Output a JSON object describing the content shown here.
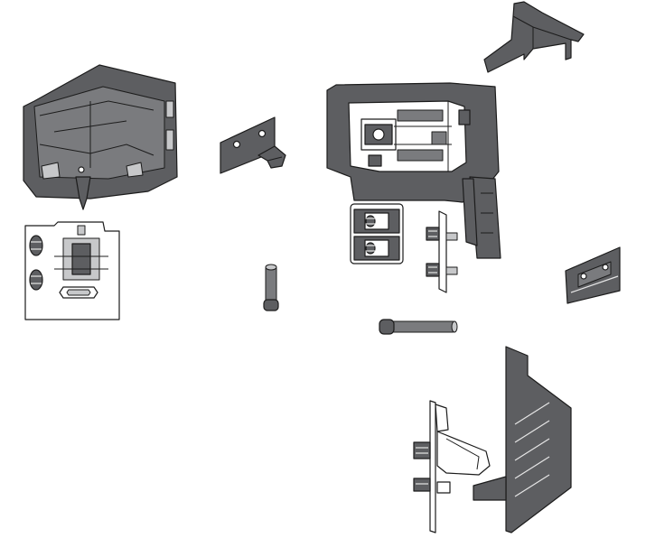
{
  "diagram": {
    "background": "#ffffff",
    "part_color": "#5d5e61",
    "outline_color": "#1c1c1c",
    "highlight_color": "#c7c8ca",
    "parts": [
      {
        "name": "top-right-connector-clip"
      },
      {
        "name": "left-corner-housing"
      },
      {
        "name": "mounting-bracket-plate"
      },
      {
        "name": "right-corner-housing"
      },
      {
        "name": "left-adapter-plate"
      },
      {
        "name": "locking-clip-module"
      },
      {
        "name": "screw-mount-strip"
      },
      {
        "name": "angled-slotted-plate"
      },
      {
        "name": "vertical-dowel-pin"
      },
      {
        "name": "horizontal-dowel-pin"
      },
      {
        "name": "hinge-mechanism"
      },
      {
        "name": "side-panel-vented"
      }
    ]
  }
}
